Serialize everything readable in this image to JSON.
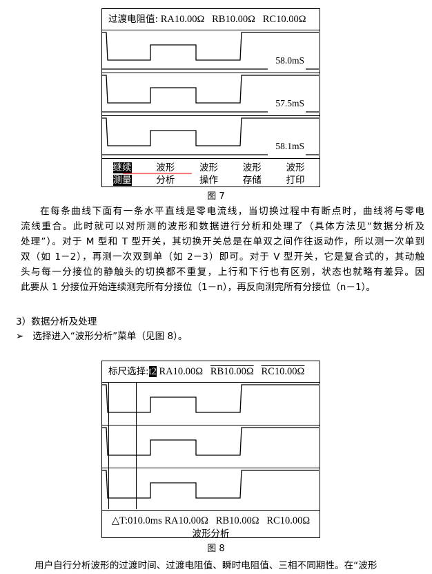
{
  "figure7": {
    "header_label": "过渡电阻值:",
    "ra": "RA10.00Ω",
    "rb": "RB10.00Ω",
    "rc": "RC10.00Ω",
    "panels": [
      "58.0mS",
      "57.5mS",
      "58.1mS"
    ],
    "menu": [
      {
        "line1": "继续",
        "line2": "测量",
        "selected": true
      },
      {
        "line1": "波形",
        "line2": "分析"
      },
      {
        "line1": "波形",
        "line2": "操作"
      },
      {
        "line1": "波形",
        "line2": "存储"
      },
      {
        "line1": "波形",
        "line2": "打印"
      }
    ],
    "caption": "图 7"
  },
  "paragraph": [
    "在每条曲线下面有一条水平直线是零电流线，当切换过程中有断点时，曲线将与零电",
    "流线重合。此时就可以对所测的波形和数据进行分析和处理了（具体方法见“数据分析及",
    "处理”）。对于 M 型和 T 型开关，其切换开关总是在单双之间作往返动作，所以测一次单到",
    "双（如 1－2），再测一次双到单（如 2－3）即可。对于 V 型开关，它是复合式的，其动触",
    "头与每一分接位的静触头的切换都不重复，上行和下行也有区别，状态也就略有差异。因",
    "此要从 1 分接位开始连续测完所有分接位（1－n），再反向测完所有分接位（n－1）。"
  ],
  "section_heading": "3）数据分析及处理",
  "bullet": {
    "marker": "➢",
    "text": "选择进入“波形分析”菜单（见图 8）。"
  },
  "figure8": {
    "header_label": "标尺选择:",
    "selected_cursor": "t2",
    "ra": "RA10.00Ω",
    "rb": "RB10.00Ω",
    "rc": "RC10.00Ω",
    "footer_values": "△T:010.0ms RA10.00Ω   RB10.00Ω   RC10.00Ω",
    "footer_title": "波形分析",
    "caption": "图 8"
  },
  "last_line": "用户自行分析波形的过渡时间、过渡电阻值、瞬时电阻值、三相不同期性。在“波形"
}
